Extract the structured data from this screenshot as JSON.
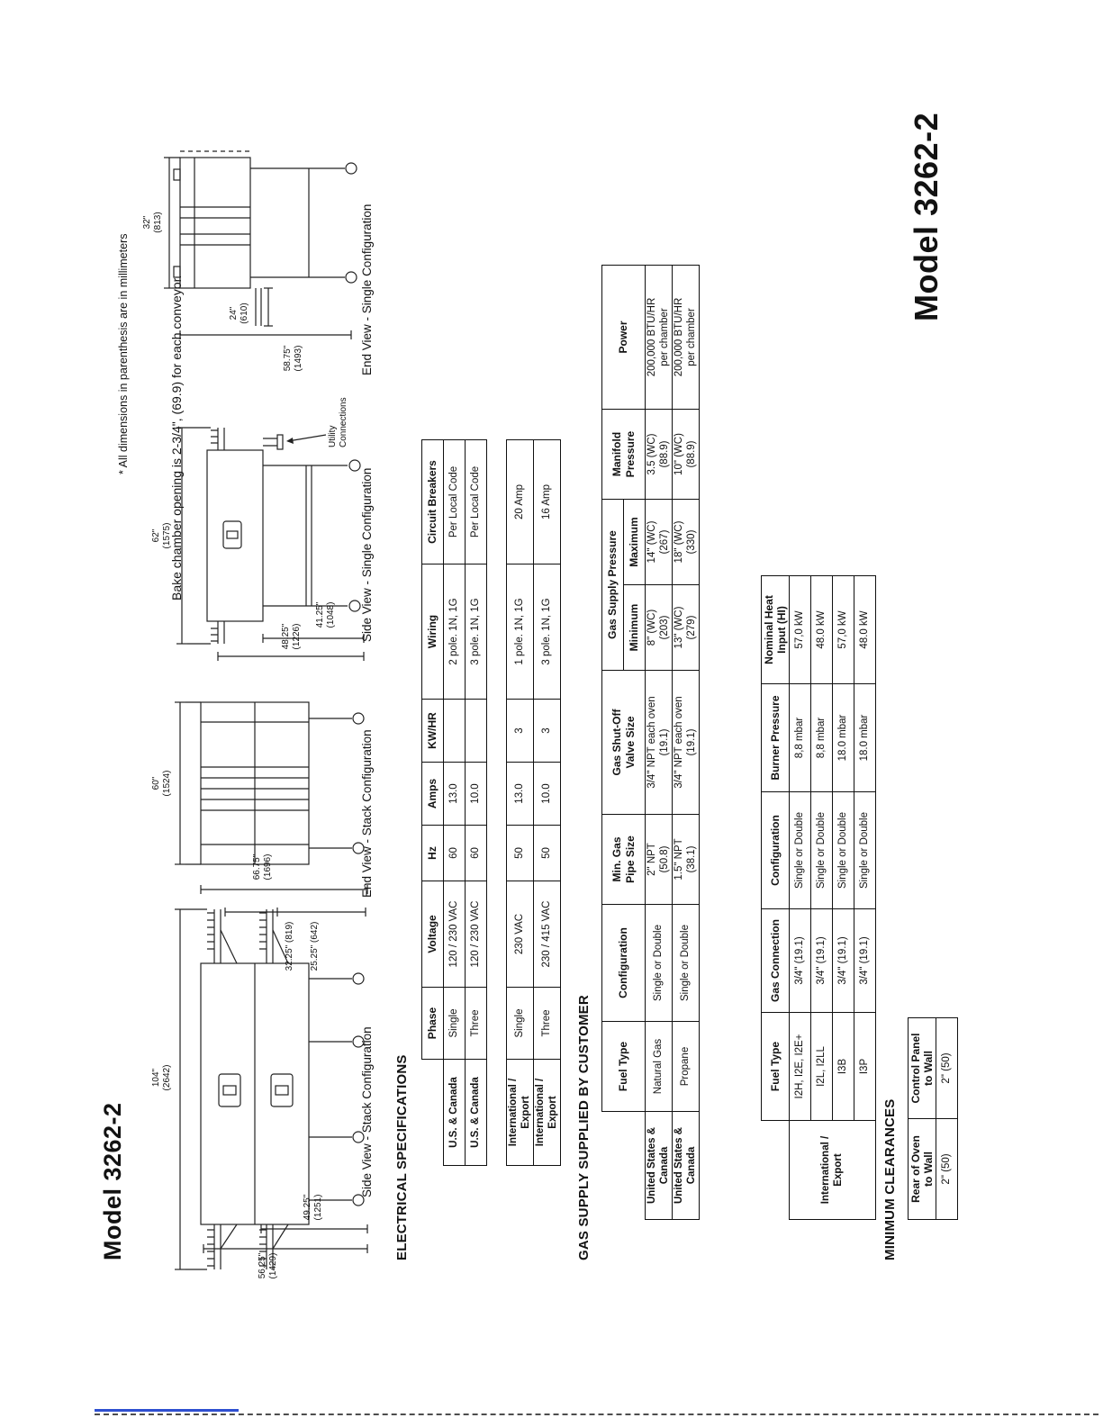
{
  "page": {
    "title": "Model 3262-2",
    "big_title": "Model 3262-2",
    "dims_note": "* All dimensions in parenthesis are in millimeters",
    "bake_note": "Bake chamber opening is 2-3/4\", (69.9) for each conveyor."
  },
  "drawings": {
    "side_stack": {
      "caption": "Side View - Stack Configuration",
      "dim_width": "104\"\n(2642)",
      "dim_height1": "56.25\"\n(1429)",
      "dim_height2": "49.25\"\n(1251)",
      "dim_right1": "32.25\" (819)",
      "dim_right2": "25.25\" (642)"
    },
    "end_stack": {
      "caption": "End View - Stack Configuration",
      "dim_width": "60\"\n(1524)",
      "dim_height": "66.75\"\n(1696)"
    },
    "side_single": {
      "caption": "Side View - Single Configuration",
      "dim_width": "62\"\n(1575)",
      "dim_height1": "48.25\"\n(1226)",
      "dim_height2": "41.25\"\n(1048)",
      "utility_label": "Utility\nConnections"
    },
    "end_single": {
      "caption": "End View - Single Configuration",
      "dim_width": "32\"\n(813)",
      "dim_inner": "24\"\n(610)",
      "dim_height": "58.75\"\n(1493)"
    }
  },
  "electrical": {
    "heading": "ELECTRICAL SPECIFICATIONS",
    "headers": [
      "Phase",
      "Voltage",
      "Hz",
      "Amps",
      "KW/HR",
      "Wiring",
      "Circuit Breakers"
    ],
    "us_table": [
      [
        "U.S. & Canada",
        "Single",
        "120 / 230 VAC",
        "60",
        "13.0",
        "",
        "2 pole. 1N, 1G",
        "Per Local Code"
      ],
      [
        "U.S. & Canada",
        "Three",
        "120 / 230 VAC",
        "60",
        "10.0",
        "",
        "3 pole. 1N, 1G",
        "Per Local Code"
      ]
    ],
    "intl_table": [
      [
        "International / Export",
        "Single",
        "230 VAC",
        "50",
        "13.0",
        "3",
        "1 pole. 1N, 1G",
        "20 Amp"
      ],
      [
        "International / Export",
        "Three",
        "230 / 415 VAC",
        "50",
        "10.0",
        "3",
        "3 pole. 1N, 1G",
        "16 Amp"
      ]
    ]
  },
  "gas": {
    "heading": "GAS SUPPLY SUPPLIED BY CUSTOMER",
    "table1": {
      "headers": {
        "fuel_type": "Fuel Type",
        "configuration": "Configuration",
        "pipe_size": "Min. Gas\nPipe Size",
        "valve_size": "Gas Shut-Off\nValve Size",
        "supply_pressure": "Gas Supply Pressure",
        "minimum": "Minimum",
        "maximum": "Maximum",
        "manifold": "Manifold\nPressure",
        "power": "Power"
      },
      "rows": [
        [
          "United States &\nCanada",
          "Natural Gas",
          "Single or Double",
          "2\" NPT\n(50.8)",
          "3/4\" NPT each oven\n(19.1)",
          "8\" (WC)\n(203)",
          "14\" (WC)\n(267)",
          "3.5 (WC)\n(88.9)",
          "200,000 BTU/HR\nper chamber"
        ],
        [
          "United States &\nCanada",
          "Propane",
          "Single or Double",
          "1.5\" NPT\n(38.1)",
          "3/4\" NPT each oven\n(19.1)",
          "13\" (WC)\n(279)",
          "18\" (WC)\n(330)",
          "10\" (WC)\n(88.9)",
          "200,000 BTU/HR\nper chamber"
        ]
      ]
    },
    "table2": {
      "headers": [
        "Fuel Type",
        "Gas Connection",
        "Configuration",
        "Burner Pressure",
        "Nominal Heat\nInput (HI)"
      ],
      "row_label": "International /\nExport",
      "rows": [
        [
          "I2H, I2E, I2E+",
          "3/4\" (19.1)",
          "Single or Double",
          "8,8 mbar",
          "57,0 kW"
        ],
        [
          "I2L, I2LL",
          "3/4\" (19.1)",
          "Single or Double",
          "8,8 mbar",
          "48.0 kW"
        ],
        [
          "I3B",
          "3/4\" (19.1)",
          "Single or Double",
          "18.0 mbar",
          "57,0 kW"
        ],
        [
          "I3P",
          "3/4\" (19.1)",
          "Single or Double",
          "18.0 mbar",
          "48.0 kW"
        ]
      ]
    }
  },
  "clearances": {
    "heading": "MINIMUM CLEARANCES",
    "headers": [
      "Rear of Oven\nto Wall",
      "Control Panel\nto Wall"
    ],
    "row": [
      "2\" (50)",
      "2\" (50)"
    ]
  }
}
